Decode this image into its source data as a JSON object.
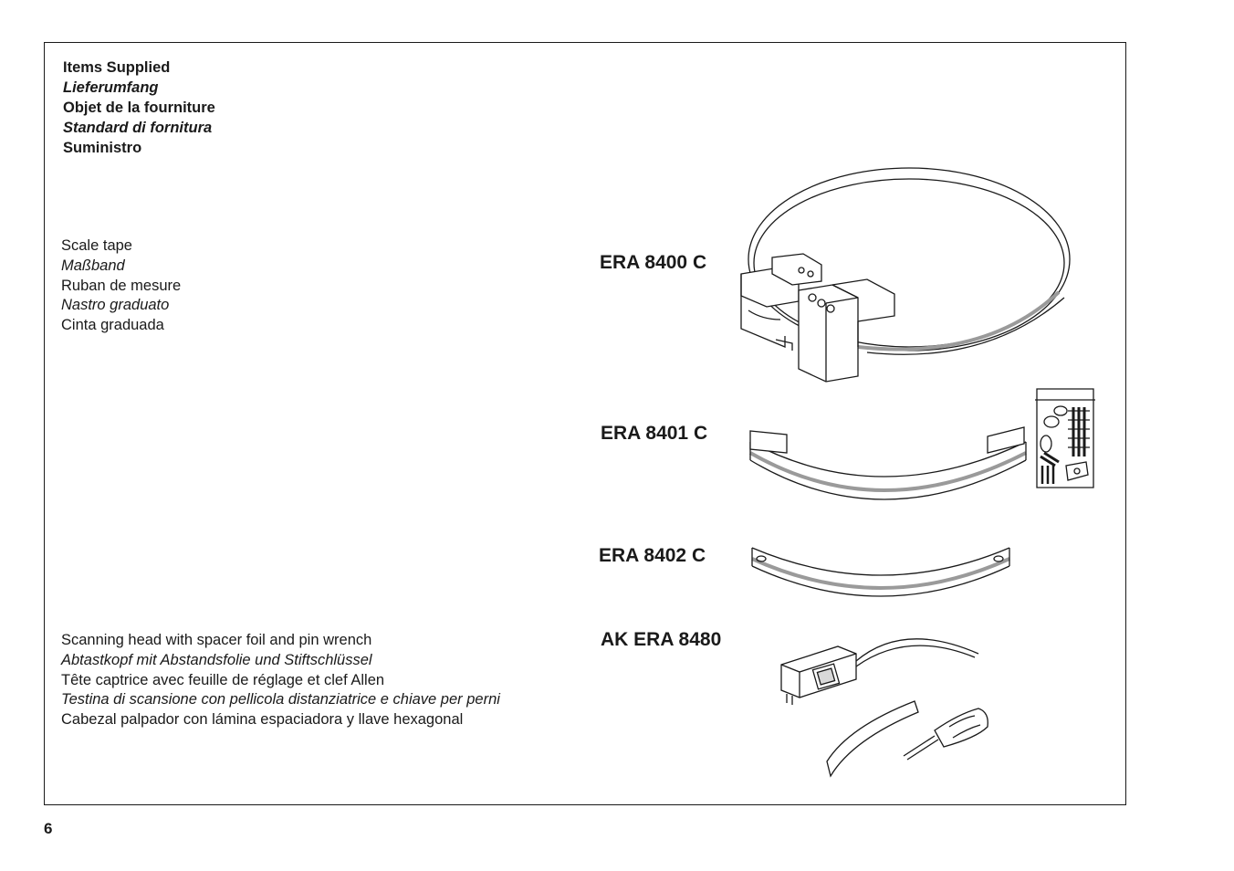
{
  "heading": {
    "lines": [
      {
        "text": "Items Supplied",
        "italic": false
      },
      {
        "text": "Lieferumfang",
        "italic": true
      },
      {
        "text": "Objet de la fourniture",
        "italic": false
      },
      {
        "text": "Standard di fornitura",
        "italic": true
      },
      {
        "text": "Suministro",
        "italic": false
      }
    ]
  },
  "scale_tape": {
    "lines": [
      {
        "text": "Scale tape",
        "italic": false
      },
      {
        "text": "Maßband",
        "italic": true
      },
      {
        "text": "Ruban de mesure",
        "italic": false
      },
      {
        "text": "Nastro graduato",
        "italic": true
      },
      {
        "text": "Cinta graduada",
        "italic": false
      }
    ]
  },
  "scanning_head": {
    "lines": [
      {
        "text": "Scanning head with spacer foil and pin wrench",
        "italic": false
      },
      {
        "text": "Abtastkopf mit Abstandsfolie und Stiftschlüssel",
        "italic": true
      },
      {
        "text": "Tête captrice avec feuille de réglage et clef Allen",
        "italic": false
      },
      {
        "text": "Testina di scansione con pellicola distanziatrice e chiave per perni",
        "italic": true
      },
      {
        "text": "Cabezal palpador con lámina espaciadora y llave hexagonal",
        "italic": false
      }
    ]
  },
  "models": {
    "m1": "ERA 8400 C",
    "m2": "ERA 8401 C",
    "m3": "ERA 8402 C",
    "m4": "AK ERA 8480"
  },
  "page_number": "6",
  "colors": {
    "line": "#1a1a1a",
    "tape_stripe": "#9a9a9a",
    "box_shade": "#d8d8d8"
  }
}
